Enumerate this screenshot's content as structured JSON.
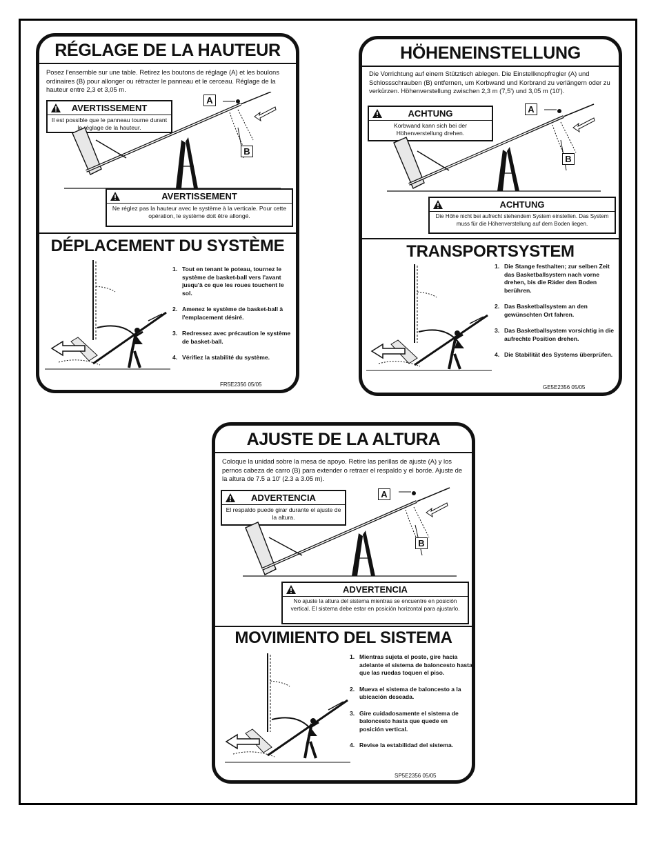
{
  "labels": {
    "fr": {
      "title": "RÉGLAGE DE LA HAUTEUR",
      "intro": "Posez l'ensemble sur une table. Retirez les boutons de réglage (A) et les boulons ordinaires (B) pour allonger ou rétracter le panneau et le cerceau. Réglage de la hauteur entre 2,3 et 3,05 m.",
      "warning1": {
        "title": "AVERTISSEMENT",
        "text": "Il est possible que le panneau tourne durant le réglage de la hauteur."
      },
      "tag_a": "A",
      "tag_b": "B",
      "warning2": {
        "title": "AVERTISSEMENT",
        "text": "Ne réglez pas la hauteur avec le système à la verticale. Pour cette opération, le système doit être allongé."
      },
      "move_title": "DÉPLACEMENT DU SYSTÈME",
      "steps": [
        {
          "num": "1.",
          "text": "Tout en tenant le poteau, tournez le système de basket-ball vers l'avant jusqu'à ce que les roues touchent le sol."
        },
        {
          "num": "2.",
          "text": "Amenez le système de basket-ball à l'emplacement désiré."
        },
        {
          "num": "3.",
          "text": "Redressez avec précaution le système de basket-ball."
        },
        {
          "num": "4.",
          "text": "Vérifiez la stabilité du système."
        }
      ],
      "code": "FR5E2356   05/05"
    },
    "de": {
      "title": "HÖHENEINSTELLUNG",
      "intro": "Die Vorrichtung auf einem Stütztisch ablegen. Die Einstellknopfregler (A) und Schlossschrauben (B) entfernen, um Korbwand und Korbrand zu verlängern oder zu verkürzen. Höhenverstellung zwischen 2,3 m (7,5') und 3,05 m (10').",
      "warning1": {
        "title": "ACHTUNG",
        "text": "Korbwand kann sich bei der Höhenverstellung drehen."
      },
      "tag_a": "A",
      "tag_b": "B",
      "warning2": {
        "title": "ACHTUNG",
        "text": "Die Höhe nicht bei aufrecht stehendem System einstellen. Das System muss für die Höhenverstellung auf dem Boden liegen."
      },
      "move_title": "TRANSPORTSYSTEM",
      "steps": [
        {
          "num": "1.",
          "text": "Die Stange festhalten; zur selben Zeit das Basketballsystem nach vorne drehen, bis die Räder den Boden berühren."
        },
        {
          "num": "2.",
          "text": "Das Basketballsystem an den gewünschten Ort fahren."
        },
        {
          "num": "3.",
          "text": "Das Basketballsystem vorsichtig in die aufrechte Position drehen."
        },
        {
          "num": "4.",
          "text": "Die Stabilität des Systems überprüfen."
        }
      ],
      "code": "GE5E2356  05/05"
    },
    "es": {
      "title": "AJUSTE DE LA ALTURA",
      "intro": "Coloque la unidad sobre la mesa de apoyo. Retire las perillas de ajuste (A) y los pernos cabeza de carro (B) para extender o retraer el respaldo y el borde. Ajuste de la altura de 7.5 a 10' (2.3 a 3.05 m).",
      "warning1": {
        "title": "ADVERTENCIA",
        "text": "El respaldo puede girar durante el ajuste de la altura."
      },
      "tag_a": "A",
      "tag_b": "B",
      "warning2": {
        "title": "ADVERTENCIA",
        "text": "No ajuste la altura del sistema mientras se encuentre en posición vertical. El sistema debe estar en posición horizontal para ajustarlo."
      },
      "move_title": "MOVIMIENTO DEL SISTEMA",
      "steps": [
        {
          "num": "1.",
          "text": "Mientras sujeta el poste, gire hacia adelante el sistema de baloncesto hasta que las ruedas toquen el piso."
        },
        {
          "num": "2.",
          "text": "Mueva el sistema de baloncesto a la ubicación deseada."
        },
        {
          "num": "3.",
          "text": "Gire cuidadosamente el sistema de baloncesto hasta que quede en posición vertical."
        },
        {
          "num": "4.",
          "text": "Revise la estabilidad del sistema."
        }
      ],
      "code": "SP5E2356   05/05"
    }
  },
  "icons": {
    "warning": "warning-triangle-icon"
  }
}
